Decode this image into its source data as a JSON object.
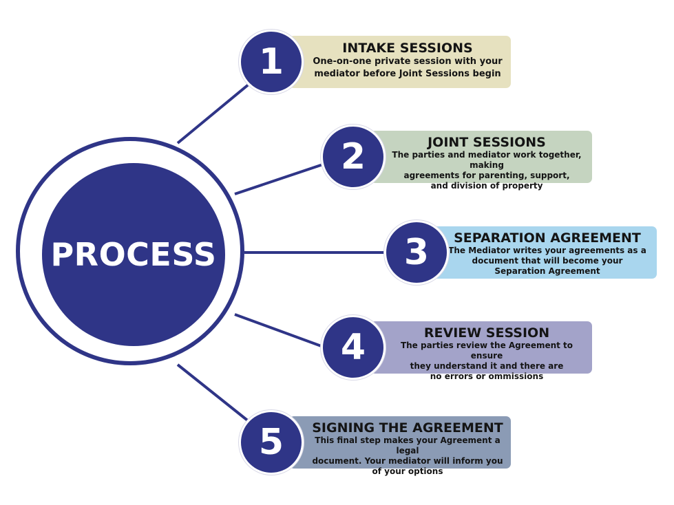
{
  "hub": {
    "title": "PROCESS",
    "color": "#2f3587"
  },
  "steps": [
    {
      "number": "1",
      "title": "INTAKE SESSIONS",
      "description": "One-on-one private session with your\nmediator before Joint Sessions begin",
      "color": "#e6e1bf"
    },
    {
      "number": "2",
      "title": "JOINT SESSIONS",
      "description": "The parties and mediator work together, making\nagreements for parenting, support,\nand division of property",
      "color": "#c5d4c0"
    },
    {
      "number": "3",
      "title": "SEPARATION AGREEMENT",
      "description": "The Mediator writes your agreements as a\ndocument that will become your\nSeparation Agreement",
      "color": "#a9d6ee"
    },
    {
      "number": "4",
      "title": "REVIEW SESSION",
      "description": "The parties review the Agreement to ensure\nthey understand it and there are\nno errors or ommissions",
      "color": "#a3a3c9"
    },
    {
      "number": "5",
      "title": "SIGNING THE AGREEMENT",
      "description": "This final step makes your Agreement a legal\ndocument. Your mediator will inform you\nof your options",
      "color": "#8b9bb5"
    }
  ]
}
